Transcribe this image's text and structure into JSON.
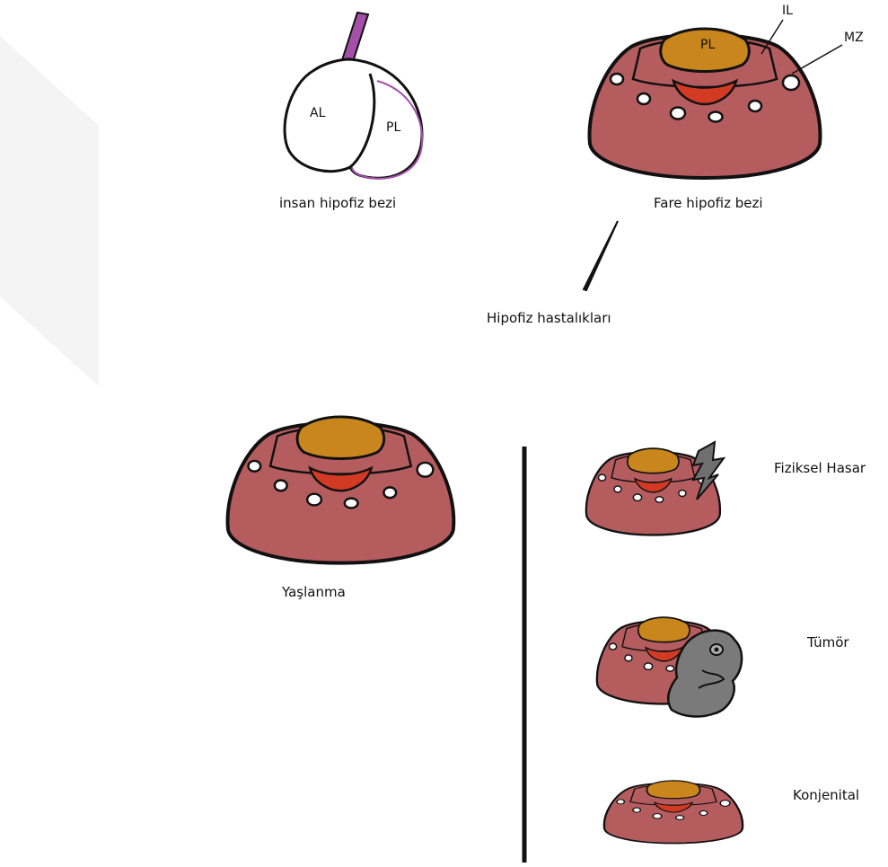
{
  "labels": {
    "human_AL": "AL",
    "human_PL": "PL",
    "human_caption": "insan hipofiz bezi",
    "mouse_PL": "PL",
    "mouse_IL": "IL",
    "mouse_MZ": "MZ",
    "mouse_caption": "Fare hipofiz bezi",
    "diseases": "Hipofiz hastalıkları",
    "aging": "Yaşlanma",
    "physical_damage": "Fiziksel Hasar",
    "tumor": "Tümör",
    "congenital": "Konjenital"
  },
  "colors": {
    "gland_body": "#b55c5f",
    "posterior_lobe": "#c9861c",
    "intermediate_lobe": "#d23a24",
    "stalk": "#a450a8",
    "outline": "#111111",
    "tumor": "#7a7a7a"
  }
}
